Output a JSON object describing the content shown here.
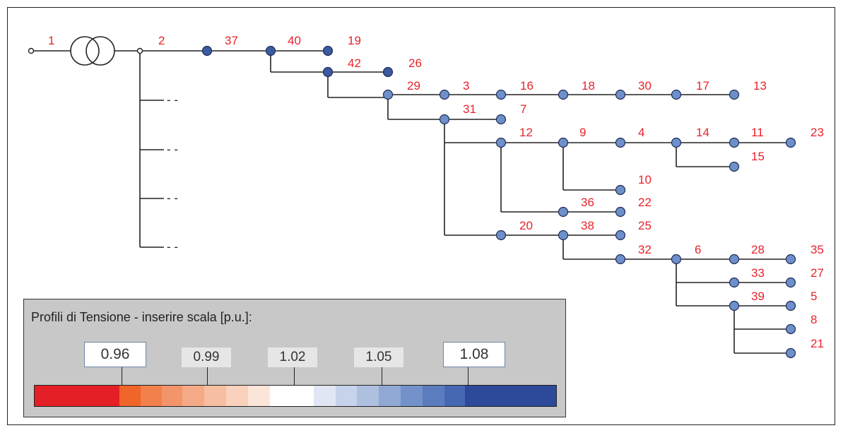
{
  "bus_labels": {
    "n1": "1",
    "n2": "2",
    "n37": "37",
    "n40": "40",
    "n19": "19",
    "n42": "42",
    "n26": "26",
    "n29": "29",
    "n3": "3",
    "n16": "16",
    "n18": "18",
    "n30": "30",
    "n17": "17",
    "n13": "13",
    "n31": "31",
    "n7": "7",
    "n12": "12",
    "n9": "9",
    "n4": "4",
    "n14": "14",
    "n11": "11",
    "n23": "23",
    "n15": "15",
    "n10": "10",
    "n36": "36",
    "n22": "22",
    "n20": "20",
    "n38": "38",
    "n25": "25",
    "n32": "32",
    "n6": "6",
    "n28": "28",
    "n35": "35",
    "n33": "33",
    "n27": "27",
    "n39": "39",
    "n5": "5",
    "n8": "8",
    "n21": "21"
  },
  "feeder_stubs": [
    "- -",
    "- -",
    "- -",
    "- -"
  ],
  "legend": {
    "title": "Profili di Tensione - inserire scala [p.u.]:",
    "scale_min": "0.96",
    "tick_2": "0.99",
    "tick_3": "1.02",
    "tick_4": "1.05",
    "scale_max": "1.08"
  },
  "colors": {
    "label_red": "#e8232b",
    "node_fill": "#6f8fca",
    "node_fill_dark": "#3b5aa0",
    "line": "#222222",
    "colorbar": [
      "#e41f25",
      "#f0652a",
      "#f2804b",
      "#f3956a",
      "#f5aa87",
      "#f7bfa2",
      "#f9d1bd",
      "#fbe5d9",
      "#ffffff",
      "#ffffff",
      "#e0e6f3",
      "#c6d3ea",
      "#aec0e0",
      "#90a8d4",
      "#7392c9",
      "#5b7dbf",
      "#4668b3",
      "#2c4a99"
    ]
  }
}
